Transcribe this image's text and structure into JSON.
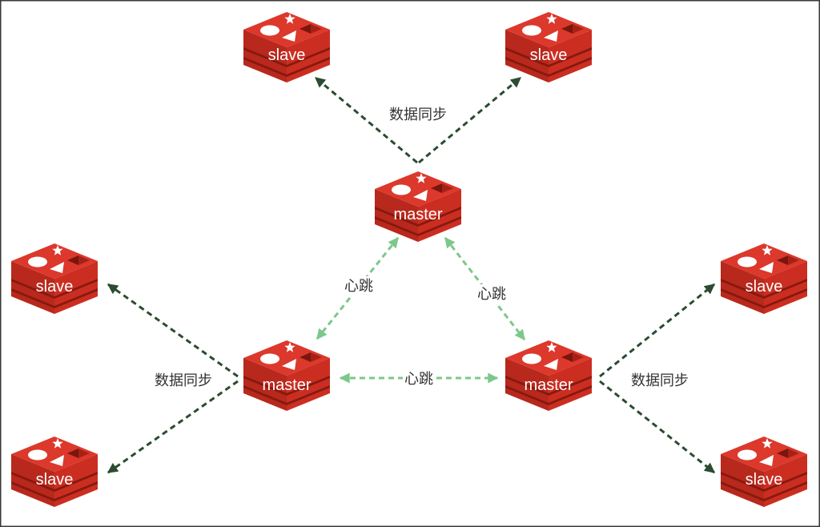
{
  "node_icon": "redis-logo-icon",
  "colors": {
    "logo_top": "#dc382c",
    "sync_arrow": "#2c4b30",
    "heartbeat_arrow": "#7cc88a"
  },
  "groups": [
    {
      "master": "master",
      "slaves": [
        "slave",
        "slave"
      ],
      "sync_label": "数据同步"
    },
    {
      "master": "master",
      "slaves": [
        "slave",
        "slave"
      ],
      "sync_label": "数据同步"
    },
    {
      "master": "master",
      "slaves": [
        "slave",
        "slave"
      ],
      "sync_label": "数据同步"
    }
  ],
  "heartbeat_labels": [
    "心跳",
    "心跳",
    "心跳"
  ]
}
